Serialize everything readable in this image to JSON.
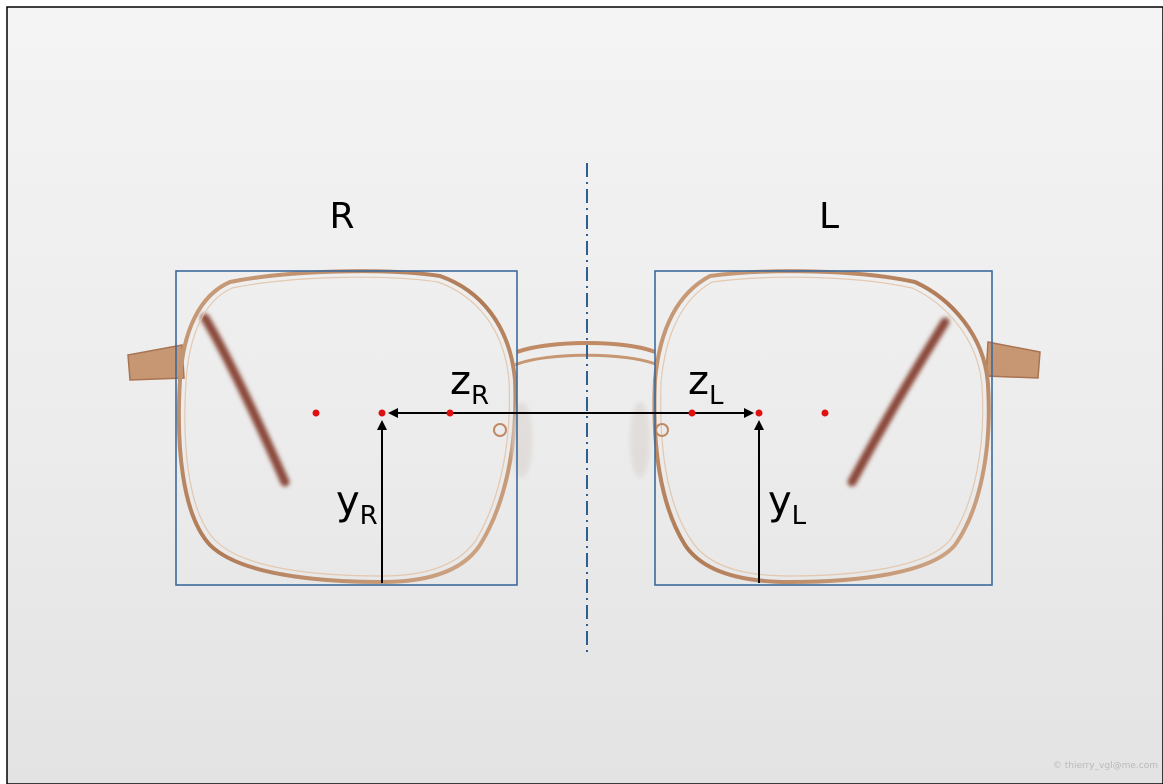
{
  "labels": {
    "right_side": "R",
    "left_side": "L",
    "z_right": {
      "main": "z",
      "sub": "R"
    },
    "z_left": {
      "main": "z",
      "sub": "L"
    },
    "y_right": {
      "main": "y",
      "sub": "R"
    },
    "y_left": {
      "main": "y",
      "sub": "L"
    }
  },
  "watermark": "© thierry_vgl@me.com",
  "colors": {
    "frame_box": "#3d6a9b",
    "center_line": "#2f5f8f",
    "marker_dot": "#e01010",
    "arrow": "#000000",
    "glasses_frame": "#b8835f",
    "temple_arm": "#8a4a3a"
  },
  "icons": {
    "marker": "red-dot",
    "arrow": "black-arrow"
  }
}
